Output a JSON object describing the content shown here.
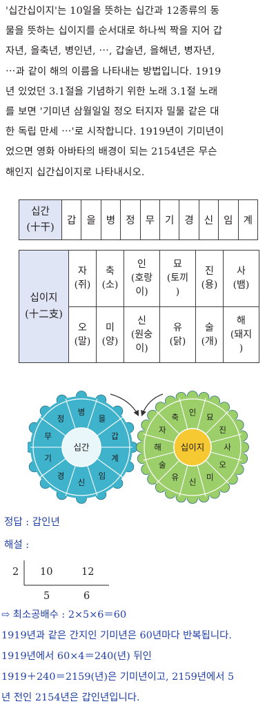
{
  "problem": {
    "lines": [
      "'십간십이지'는 10일을 뜻하는 십간과 12종류의 동",
      "물을 뜻하는 십이지를 순서대로 하나씩 짝을 지어 갑",
      "자년, 을축년, 병인년, ⋯, 갑술년, 을해년, 병자년,",
      "⋯과 같이 해의 이름을 나타내는 방법입니다. 1919",
      "년 있었던 3.1절을 기념하기 위한 노래  3.1절 노래",
      "를 보면 '기미년 삼월일일 정오 터지자 밀물 같은 대",
      "한 독립 만세 ⋯'로 시작합니다. 1919년이 기미년이",
      "었으면 영화 아바타의 배경이 되는 2154년은 무슨",
      "해인지 십간십이지로 나타내시오."
    ]
  },
  "table_gan": {
    "header": [
      "십간",
      "(十干)"
    ],
    "cells": [
      "갑",
      "을",
      "병",
      "정",
      "무",
      "기",
      "경",
      "신",
      "임",
      "계"
    ]
  },
  "table_ji": {
    "header": [
      "십이지",
      "(十二支)"
    ],
    "row1": [
      [
        "자",
        "(쥐)"
      ],
      [
        "축",
        "(소)"
      ],
      [
        "인",
        "(호랑",
        "이)"
      ],
      [
        "묘",
        "(토끼",
        ")"
      ],
      [
        "진",
        "(용)"
      ],
      [
        "사",
        "(뱀)"
      ]
    ],
    "row2": [
      [
        "오",
        "(말)"
      ],
      [
        "미",
        "(양)"
      ],
      [
        "신",
        "(원숭",
        "이)"
      ],
      [
        "유",
        "(닭)"
      ],
      [
        "술",
        "(개)"
      ],
      [
        "해",
        "(돼지",
        ")"
      ]
    ]
  },
  "wheels": {
    "left_center": "십간",
    "left_labels": [
      "병",
      "을",
      "갑",
      "계",
      "임",
      "신",
      "경",
      "기",
      "무",
      "정"
    ],
    "right_center": "십이지",
    "right_labels": [
      "인",
      "묘",
      "진",
      "사",
      "오",
      "미",
      "신",
      "유",
      "술",
      "해",
      "자",
      "축"
    ],
    "colors": {
      "left_fill": "#3fb3cc",
      "left_center": "#e9f6fa",
      "right_fill": "#9ccf6a",
      "right_center": "#f6c832"
    }
  },
  "answer": {
    "label": "정답 : 갑인년",
    "expl_label": "해설 :"
  },
  "division": {
    "divisor": "2",
    "a": "10",
    "b": "12",
    "qa": "5",
    "qb": "6"
  },
  "explanation": {
    "lines": [
      "⇨ 최소공배수 : 2×5×6＝60",
      "1919년과 같은 간지인 기미년은 60년마다 반복됩니다.",
      "1919년에서  60×4＝240(년) 뒤인",
      "1919＋240＝2159(년)은 기미년이고,  2159년에서  5",
      "년 전인 2154년은 갑인년입니다."
    ]
  }
}
